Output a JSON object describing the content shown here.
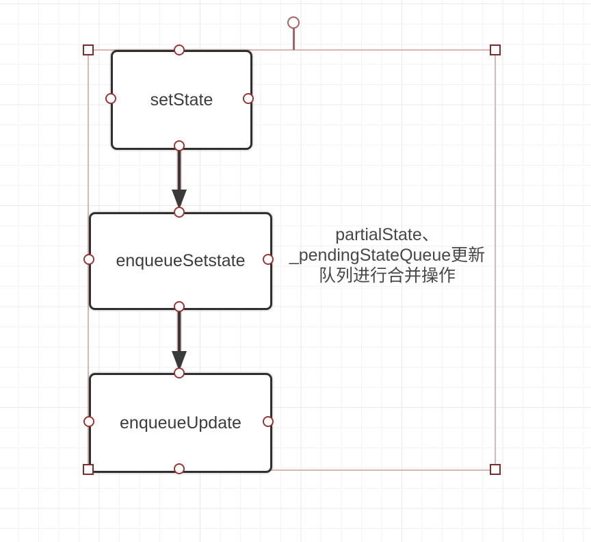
{
  "diagram": {
    "nodes": [
      {
        "label": "setState"
      },
      {
        "label": "enqueueSetstate"
      },
      {
        "label": "enqueueUpdate"
      }
    ],
    "annotation": {
      "line1": "partialState、",
      "line2": "_pendingStateQueue更新",
      "line3": "队列进行合并操作"
    },
    "colors": {
      "node_border": "#2f2f2f",
      "node_fill": "#ffffff",
      "node_text": "#3c3c3c",
      "arrow": "#3a3a3a",
      "arrow_highlight": "#eccaca",
      "selection_outline": "#d9b6b6",
      "connection_point_border": "#9b3434",
      "resize_handle_border": "#7e2b2b",
      "rotate_handle": "#a86262",
      "grid_minor": "#f3f3f3",
      "grid_major": "#e9e9e9"
    }
  }
}
